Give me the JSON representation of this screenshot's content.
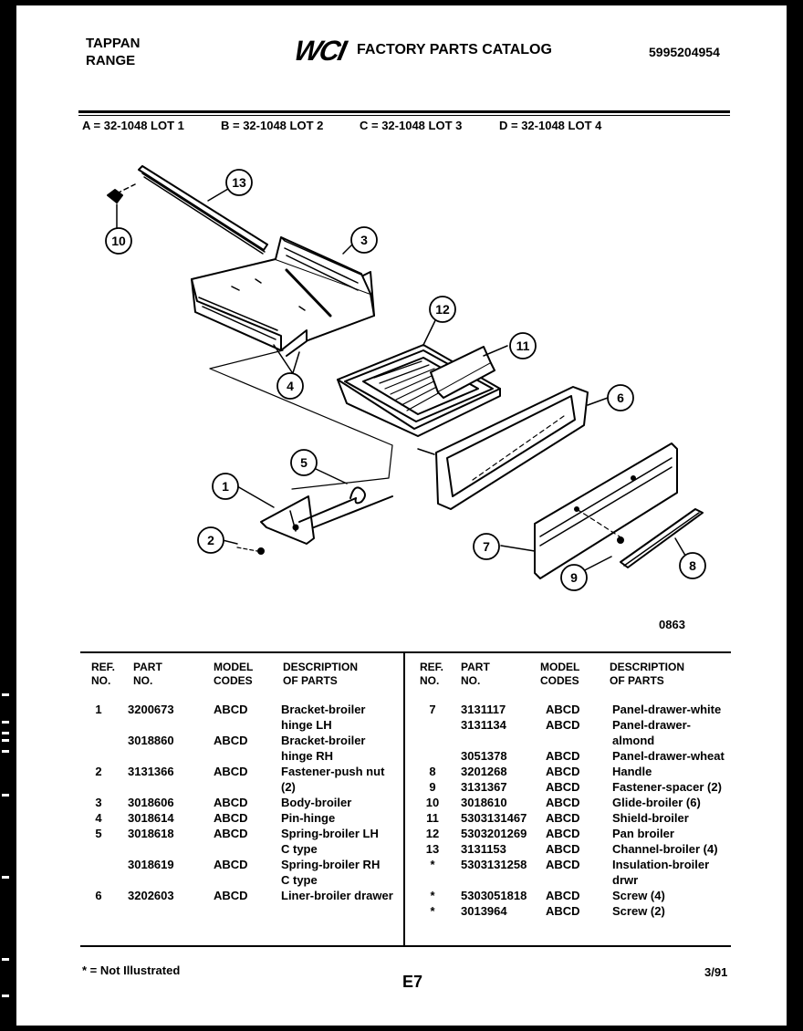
{
  "header": {
    "brand_line1": "TAPPAN",
    "brand_line2": "RANGE",
    "logo_text": "WCI",
    "catalog_title": "FACTORY PARTS CATALOG",
    "doc_number": "5995204954"
  },
  "lots": [
    "A = 32-1048 LOT 1",
    "B = 32-1048 LOT 2",
    "C = 32-1048 LOT 3",
    "D = 32-1048 LOT 4"
  ],
  "diagram": {
    "figure_code": "0863",
    "callouts": [
      "1",
      "2",
      "3",
      "4",
      "5",
      "6",
      "7",
      "8",
      "9",
      "10",
      "11",
      "12",
      "13"
    ]
  },
  "table_headers": {
    "ref": [
      "REF.",
      "NO."
    ],
    "part": [
      "PART",
      "NO."
    ],
    "model": [
      "MODEL",
      "CODES"
    ],
    "desc": [
      "DESCRIPTION",
      "OF PARTS"
    ]
  },
  "left_rows": [
    {
      "ref": "1",
      "part": "3200673",
      "codes": "ABCD",
      "desc": [
        "Bracket-broiler",
        "hinge LH"
      ]
    },
    {
      "ref": "",
      "part": "3018860",
      "codes": "ABCD",
      "desc": [
        "Bracket-broiler",
        "hinge RH"
      ]
    },
    {
      "ref": "2",
      "part": "3131366",
      "codes": "ABCD",
      "desc": [
        "Fastener-push nut",
        "(2)"
      ]
    },
    {
      "ref": "3",
      "part": "3018606",
      "codes": "ABCD",
      "desc": [
        "Body-broiler"
      ]
    },
    {
      "ref": "4",
      "part": "3018614",
      "codes": "ABCD",
      "desc": [
        "Pin-hinge"
      ]
    },
    {
      "ref": "5",
      "part": "3018618",
      "codes": "ABCD",
      "desc": [
        "Spring-broiler LH",
        "C type"
      ]
    },
    {
      "ref": "",
      "part": "3018619",
      "codes": "ABCD",
      "desc": [
        "Spring-broiler RH",
        "C type"
      ]
    },
    {
      "ref": "6",
      "part": "3202603",
      "codes": "ABCD",
      "desc": [
        "Liner-broiler drawer"
      ]
    }
  ],
  "right_rows": [
    {
      "ref": "7",
      "part": "3131117",
      "codes": "ABCD",
      "desc": [
        "Panel-drawer-white"
      ]
    },
    {
      "ref": "",
      "part": "3131134",
      "codes": "ABCD",
      "desc": [
        "Panel-drawer-",
        "almond"
      ]
    },
    {
      "ref": "",
      "part": "3051378",
      "codes": "ABCD",
      "desc": [
        "Panel-drawer-wheat"
      ]
    },
    {
      "ref": "8",
      "part": "3201268",
      "codes": "ABCD",
      "desc": [
        "Handle"
      ]
    },
    {
      "ref": "9",
      "part": "3131367",
      "codes": "ABCD",
      "desc": [
        "Fastener-spacer (2)"
      ]
    },
    {
      "ref": "10",
      "part": "3018610",
      "codes": "ABCD",
      "desc": [
        "Glide-broiler (6)"
      ]
    },
    {
      "ref": "11",
      "part": "5303131467",
      "codes": "ABCD",
      "desc": [
        "Shield-broiler"
      ]
    },
    {
      "ref": "12",
      "part": "5303201269",
      "codes": "ABCD",
      "desc": [
        "Pan broiler"
      ]
    },
    {
      "ref": "13",
      "part": "3131153",
      "codes": "ABCD",
      "desc": [
        "Channel-broiler (4)"
      ]
    },
    {
      "ref": "*",
      "part": "5303131258",
      "codes": "ABCD",
      "desc": [
        "Insulation-broiler",
        "drwr"
      ]
    },
    {
      "ref": "*",
      "part": "5303051818",
      "codes": "ABCD",
      "desc": [
        "Screw (4)"
      ]
    },
    {
      "ref": "*",
      "part": "3013964",
      "codes": "ABCD",
      "desc": [
        "Screw (2)"
      ]
    }
  ],
  "footer": {
    "footnote": "* = Not Illustrated",
    "page_code": "E7",
    "date": "3/91"
  }
}
